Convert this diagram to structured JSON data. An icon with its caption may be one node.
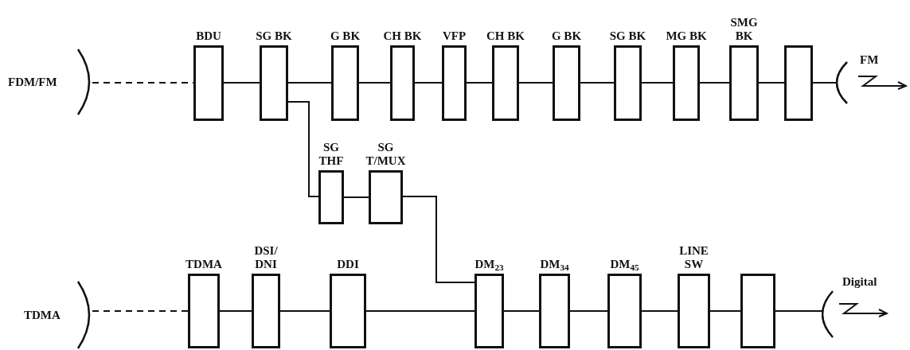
{
  "diagram": {
    "nodes": [
      {
        "text": [
          "FDM/FM"
        ]
      },
      {
        "text": [
          "BDU"
        ]
      },
      {
        "text": [
          "SG BK"
        ]
      },
      {
        "text": [
          "G BK"
        ]
      },
      {
        "text": [
          "CH BK"
        ]
      },
      {
        "text": [
          "VFP"
        ]
      },
      {
        "text": [
          "CH BK"
        ]
      },
      {
        "text": [
          "G BK"
        ]
      },
      {
        "text": [
          "SG BK"
        ]
      },
      {
        "text": [
          "MG BK"
        ]
      },
      {
        "text": [
          "SMG BK"
        ]
      },
      {
        "text": [],
        "shape": "box"
      },
      {
        "text": [],
        "shape": "dish",
        "beside": [
          "FM"
        ]
      },
      {
        "text": [
          "SG THF"
        ]
      },
      {
        "text": [
          "SG T/MUX"
        ]
      },
      {
        "text": [
          "TDMA"
        ]
      },
      {
        "text": [
          "TDMA"
        ]
      },
      {
        "text": [
          "DSI/ DNI"
        ]
      },
      {
        "text": [
          "DDI"
        ]
      },
      {
        "text": [
          "DM$_{23}$"
        ]
      },
      {
        "text": [
          "DM$_{34}$"
        ]
      },
      {
        "text": [
          "DM$_{45}$"
        ]
      },
      {
        "text": [
          "LINE SW"
        ]
      },
      {
        "text": [],
        "shape": "box"
      },
      {
        "text": [],
        "shape": "dish",
        "beside": [
          "Digital"
        ]
      }
    ],
    "edges": [
      {
        "from": 0,
        "to": 1,
        "arrow": "none",
        "style": "dashed"
      },
      {
        "from": 1,
        "to": 2,
        "arrow": "none"
      },
      {
        "from": 2,
        "to": 3,
        "arrow": "none"
      },
      {
        "from": 3,
        "to": 4,
        "arrow": "none"
      },
      {
        "from": 4,
        "to": 5,
        "arrow": "none"
      },
      {
        "from": 5,
        "to": 6,
        "arrow": "none"
      },
      {
        "from": 6,
        "to": 7,
        "arrow": "none"
      },
      {
        "from": 7,
        "to": 8,
        "arrow": "none"
      },
      {
        "from": 8,
        "to": 9,
        "arrow": "none"
      },
      {
        "from": 9,
        "to": 10,
        "arrow": "none"
      },
      {
        "from": 10,
        "to": 11,
        "arrow": "none"
      },
      {
        "from": 11,
        "to": 12,
        "arrow": "none"
      },
      {
        "from": 2,
        "to": 13,
        "arrow": "none"
      },
      {
        "from": 13,
        "to": 14,
        "arrow": "none"
      },
      {
        "from": 14,
        "to": 19,
        "arrow": "none"
      },
      {
        "from": 15,
        "to": 16,
        "arrow": "none",
        "style": "dashed"
      },
      {
        "from": 16,
        "to": 17,
        "arrow": "none"
      },
      {
        "from": 17,
        "to": 18,
        "arrow": "none"
      },
      {
        "from": 18,
        "to": 19,
        "arrow": "none"
      },
      {
        "from": 19,
        "to": 20,
        "arrow": "none"
      },
      {
        "from": 20,
        "to": 21,
        "arrow": "none"
      },
      {
        "from": 21,
        "to": 22,
        "arrow": "none"
      },
      {
        "from": 22,
        "to": 23,
        "arrow": "none"
      },
      {
        "from": 23,
        "to": 24,
        "arrow": "none"
      }
    ]
  }
}
